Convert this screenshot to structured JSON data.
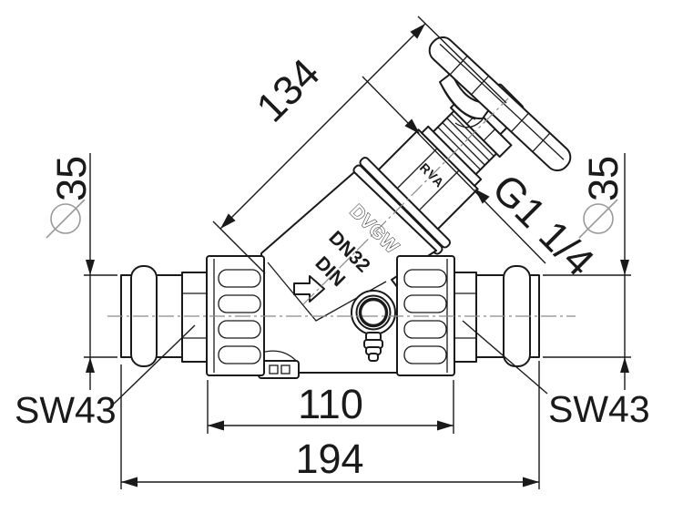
{
  "drawing": {
    "dimensions": {
      "diameter_left": {
        "symbol": "⌀",
        "value": "35"
      },
      "diameter_right": {
        "symbol": "⌀",
        "value": "35"
      },
      "stem_length": "134",
      "thread_size": "G1 1/4",
      "union_span": "110",
      "overall_length": "194",
      "wrench_left": "SW43",
      "wrench_right": "SW43"
    },
    "body_markings": {
      "certification": "DVGW",
      "nominal_size": "DN32",
      "standard": "DIN",
      "bonnet_mark": "RVA"
    },
    "colors": {
      "line": "#1a1a1a",
      "centerline": "#8a8a8a",
      "symbol": "#9a9a9a",
      "background": "#ffffff"
    }
  }
}
